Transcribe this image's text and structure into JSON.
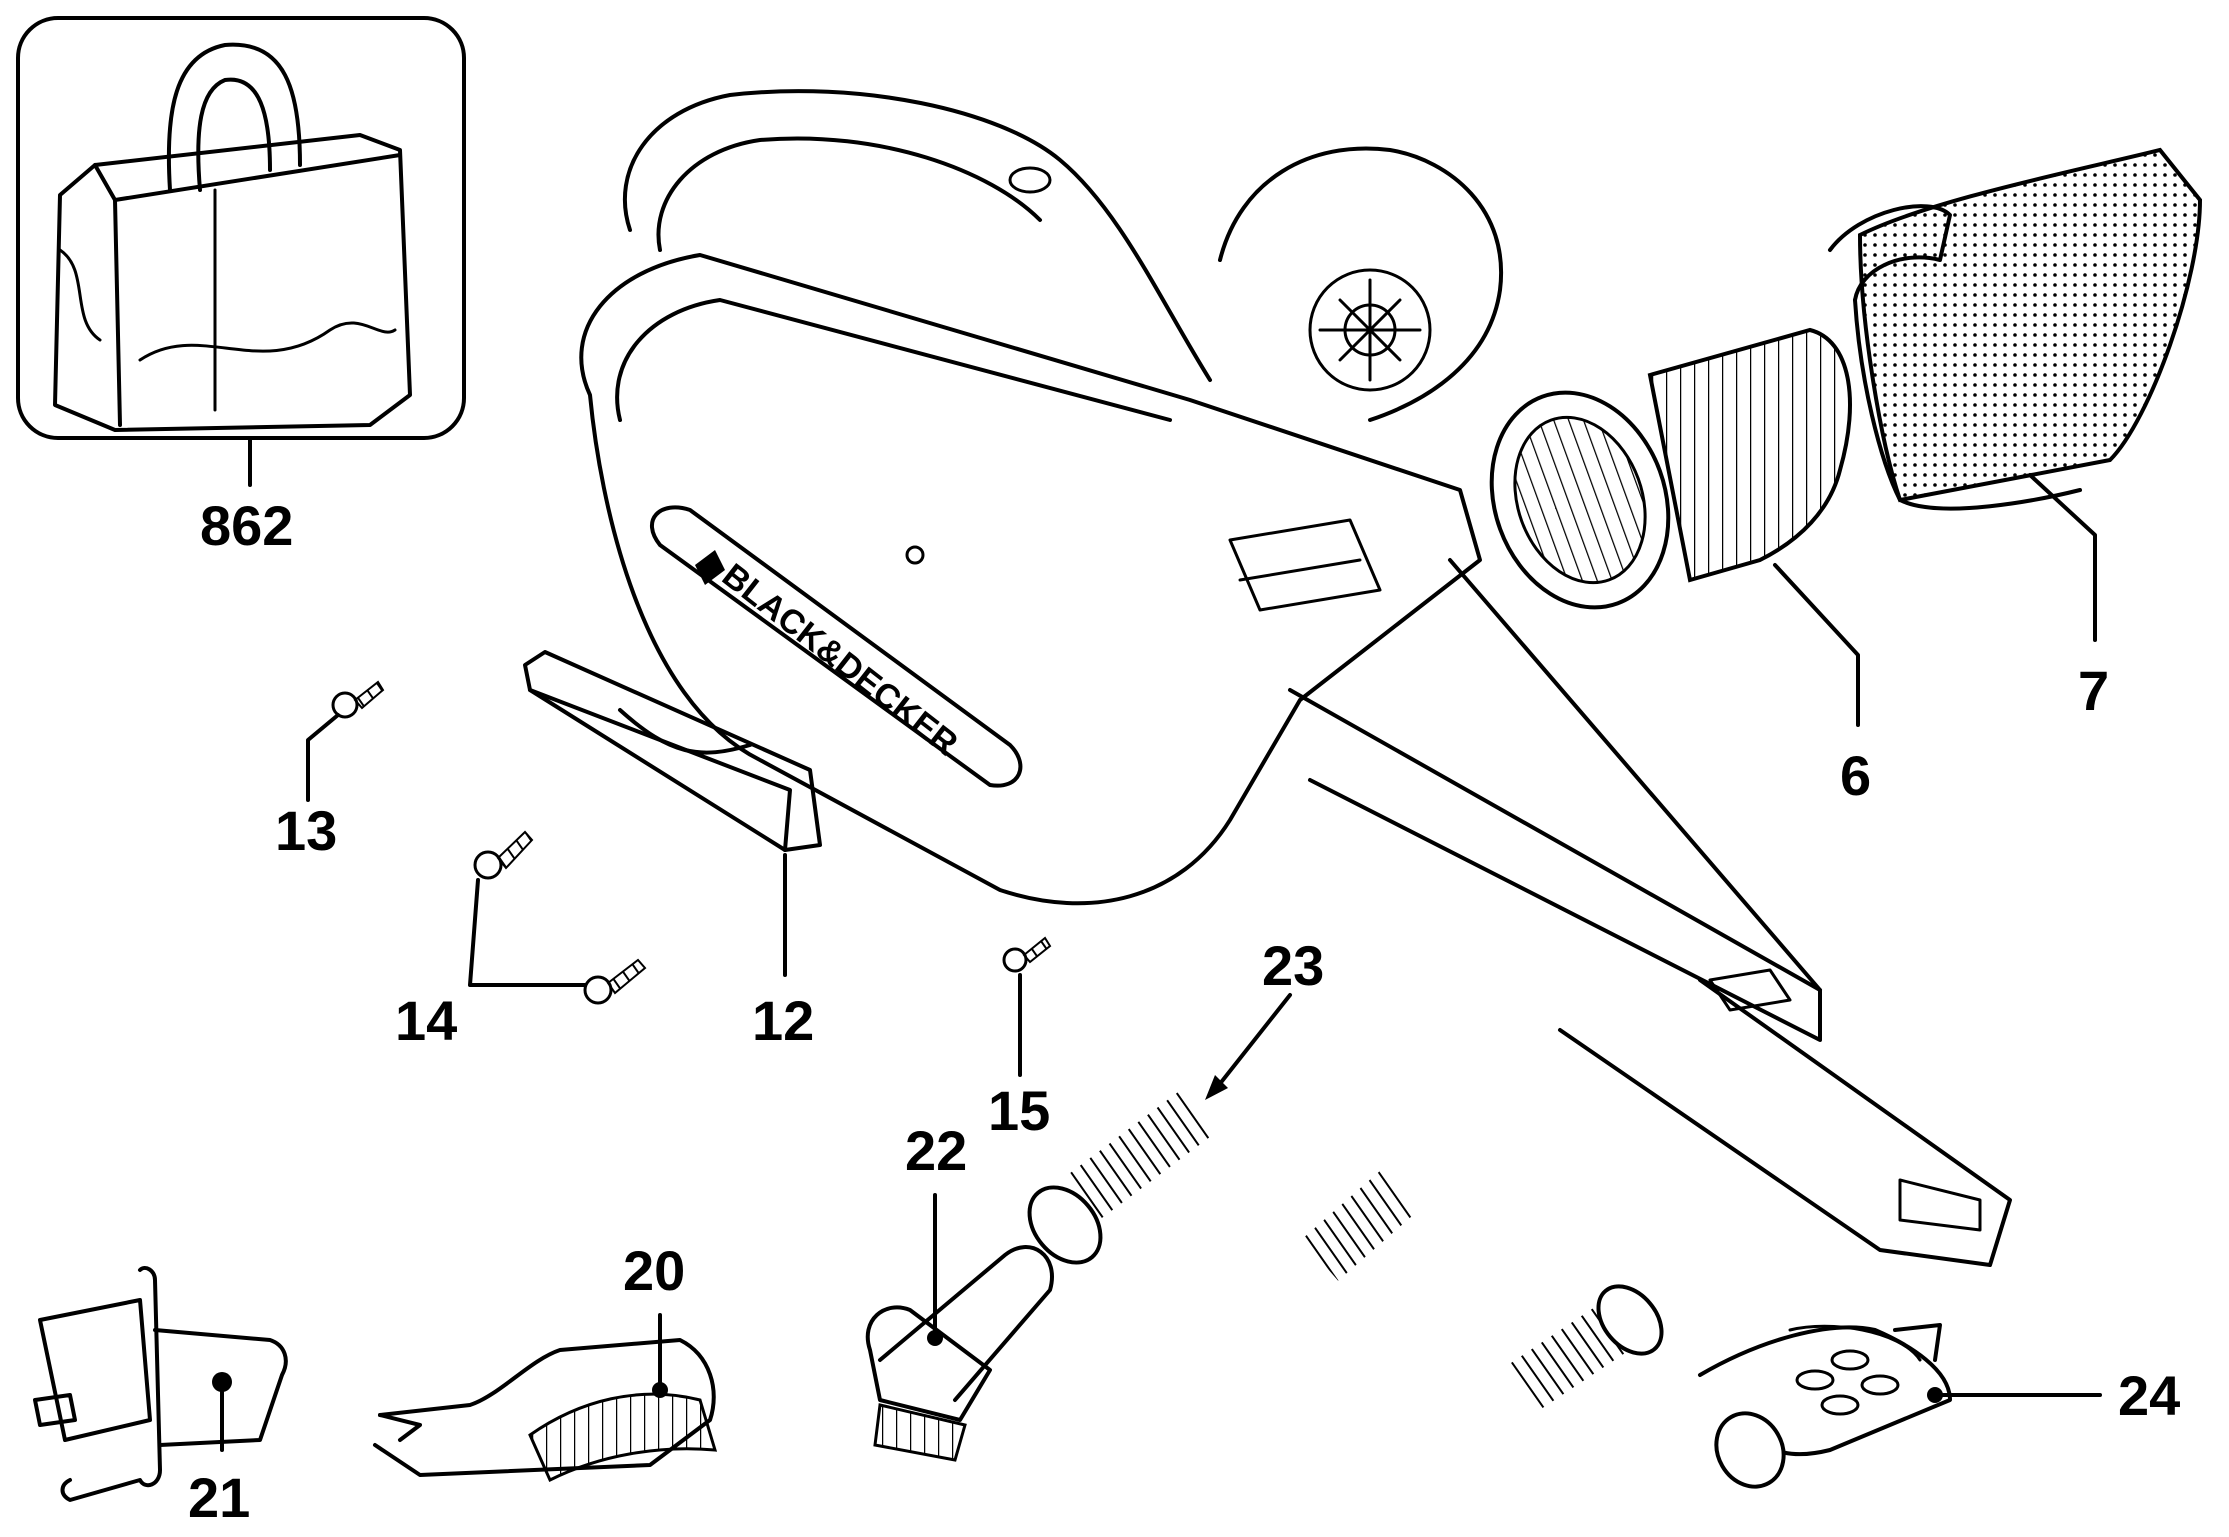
{
  "brand": "BLACK&DECKER",
  "parts": [
    {
      "id": "862",
      "icon": "carry-bag"
    },
    {
      "id": "6",
      "icon": "pleated-filter"
    },
    {
      "id": "7",
      "icon": "mesh-filter"
    },
    {
      "id": "13",
      "icon": "screw"
    },
    {
      "id": "12",
      "icon": "bracket"
    },
    {
      "id": "14",
      "icon": "screw-pair"
    },
    {
      "id": "15",
      "icon": "screw"
    },
    {
      "id": "23",
      "icon": "flexible-hose"
    },
    {
      "id": "22",
      "icon": "brush-nozzle"
    },
    {
      "id": "20",
      "icon": "upholstery-brush"
    },
    {
      "id": "21",
      "icon": "adapter"
    },
    {
      "id": "24",
      "icon": "crevice-nozzle"
    }
  ]
}
